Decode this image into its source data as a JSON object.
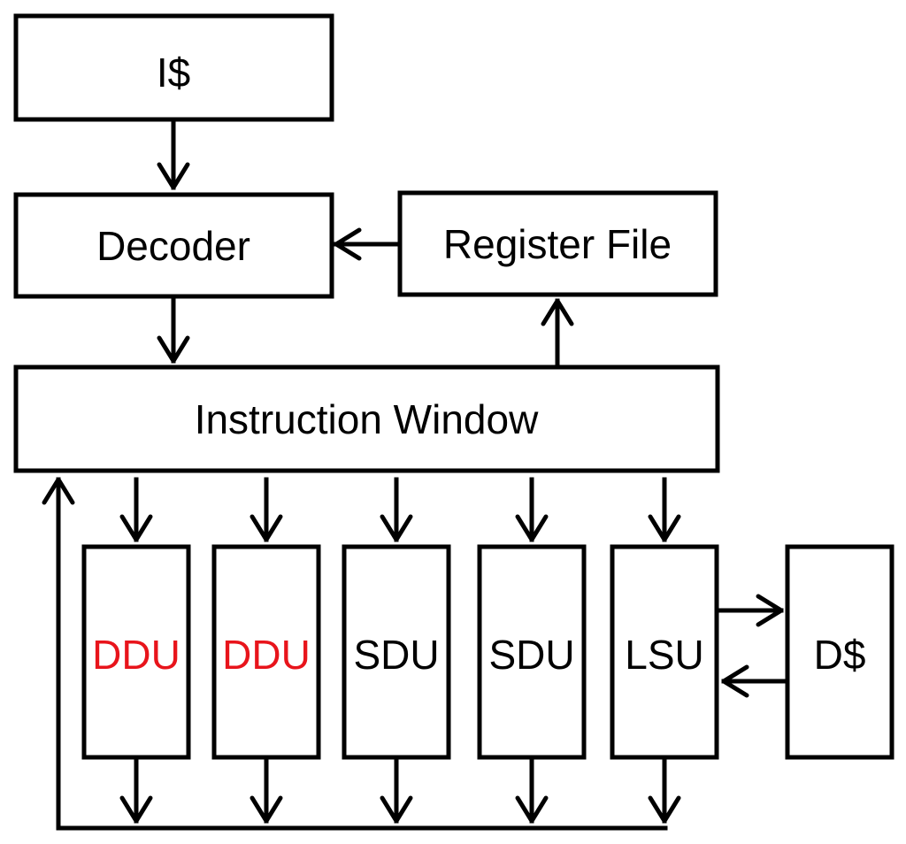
{
  "blocks": {
    "icache": "I$",
    "decoder": "Decoder",
    "register_file": "Register File",
    "instruction_window": "Instruction Window",
    "unit1": "DDU",
    "unit2": "DDU",
    "unit3": "SDU",
    "unit4": "SDU",
    "unit5": "LSU",
    "dcache": "D$"
  },
  "colors": {
    "line": "#000000",
    "highlight": "#e8141b"
  }
}
